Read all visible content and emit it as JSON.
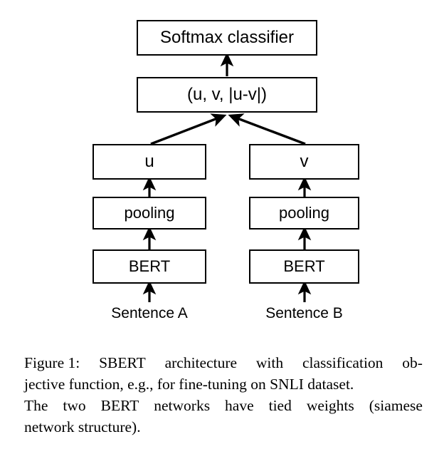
{
  "figure": {
    "nodes": {
      "softmax": "Softmax classifier",
      "concat": "(u, v, |u-v|)",
      "u": "u",
      "v": "v",
      "pooling_a": "pooling",
      "pooling_b": "pooling",
      "bert_a": "BERT",
      "bert_b": "BERT"
    },
    "inputs": {
      "sentence_a": "Sentence A",
      "sentence_b": "Sentence B"
    },
    "colors": {
      "stroke": "#000000",
      "fill": "#ffffff",
      "text": "#000000"
    },
    "arrows": [
      {
        "name": "concat-to-softmax",
        "from": "concat",
        "to": "softmax"
      },
      {
        "name": "u-to-concat",
        "from": "u",
        "to": "concat"
      },
      {
        "name": "v-to-concat",
        "from": "v",
        "to": "concat"
      },
      {
        "name": "pooling-a-to-u",
        "from": "pooling_a",
        "to": "u"
      },
      {
        "name": "pooling-b-to-v",
        "from": "pooling_b",
        "to": "v"
      },
      {
        "name": "bert-a-to-pooling-a",
        "from": "bert_a",
        "to": "pooling_a"
      },
      {
        "name": "bert-b-to-pooling-b",
        "from": "bert_b",
        "to": "pooling_b"
      },
      {
        "name": "sentence-a-to-bert-a",
        "from": "sentence_a",
        "to": "bert_a"
      },
      {
        "name": "sentence-b-to-bert-b",
        "from": "sentence_b",
        "to": "bert_b"
      }
    ]
  },
  "caption": {
    "lines": [
      [
        "Figure 1:",
        "SBERT",
        "architecture",
        "with",
        "classification",
        "ob-"
      ],
      [
        "jective function, e.g., for fine-tuning on SNLI dataset."
      ],
      [
        "The",
        "two",
        "BERT",
        "networks",
        "have",
        "tied",
        "weights",
        "(siamese"
      ],
      [
        "network structure)."
      ]
    ],
    "full_text": "Figure 1: SBERT architecture with classification objective function, e.g., for fine-tuning on SNLI dataset. The two BERT networks have tied weights (siamese network structure)."
  }
}
